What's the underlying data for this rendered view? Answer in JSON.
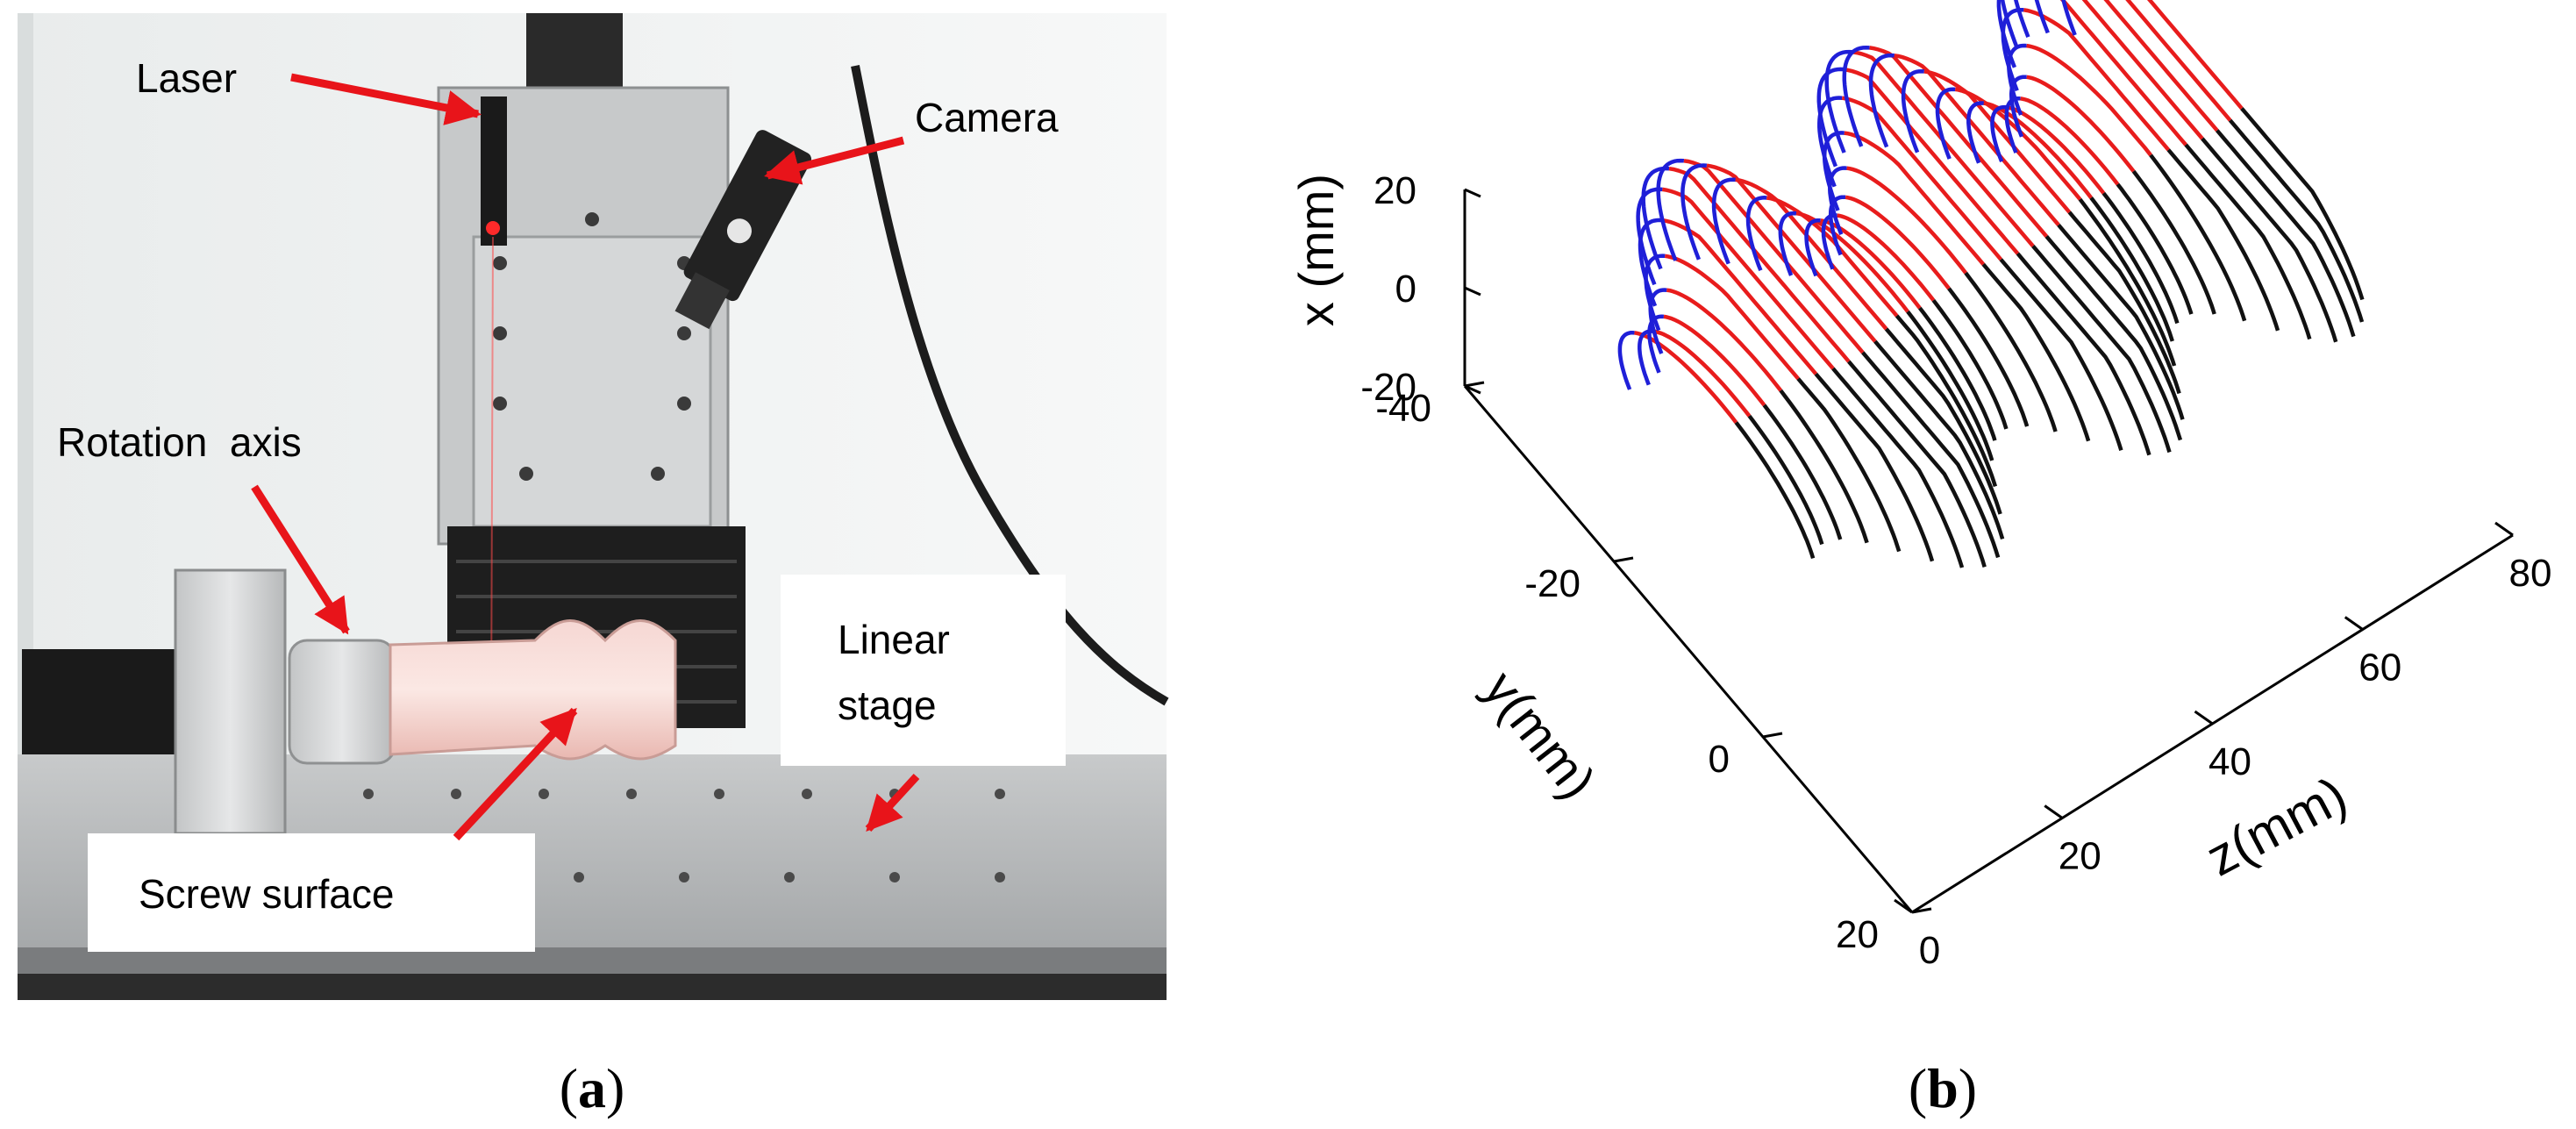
{
  "panel_a": {
    "callouts": {
      "laser": "Laser",
      "camera": "Camera",
      "rotation_axis": "Rotation  axis",
      "linear_stage_line1": "Linear",
      "linear_stage_line2": "stage",
      "screw_surface": "Screw surface"
    },
    "caption_open": "(",
    "caption_letter": "a",
    "caption_close": ")"
  },
  "panel_b": {
    "caption_open": "(",
    "caption_letter": "b",
    "caption_close": ")"
  },
  "chart_data": {
    "type": "line",
    "projection": "3d",
    "xlabel": "z(mm)",
    "ylabel": "y(mm)",
    "zlabel": "x (mm)",
    "x_ticks": [
      "0",
      "20",
      "40",
      "60",
      "80"
    ],
    "y_ticks": [
      "-40",
      "-20",
      "0",
      "20"
    ],
    "z_ticks": [
      "-20",
      "0",
      "20"
    ],
    "xlim": [
      0,
      80
    ],
    "ylim": [
      -40,
      20
    ],
    "zlim": [
      -20,
      20
    ],
    "grid": false,
    "series_colors": [
      "#1f1fd8",
      "#e81c1c",
      "#111111"
    ]
  }
}
